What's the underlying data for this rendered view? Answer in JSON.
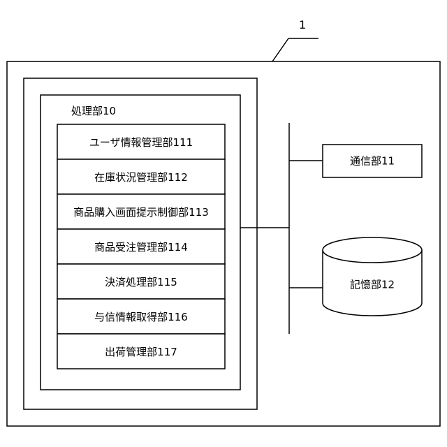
{
  "system": {
    "ref": "1"
  },
  "processing": {
    "label": "処理部10",
    "modules": [
      "ユーザ情報管理部111",
      "在庫状況管理部112",
      "商品購入画面提示制御部113",
      "商品受注管理部114",
      "決済処理部115",
      "与信情報取得部116",
      "出荷管理部117"
    ]
  },
  "communication": {
    "label": "通信部11"
  },
  "storage": {
    "label": "記憶部12"
  }
}
